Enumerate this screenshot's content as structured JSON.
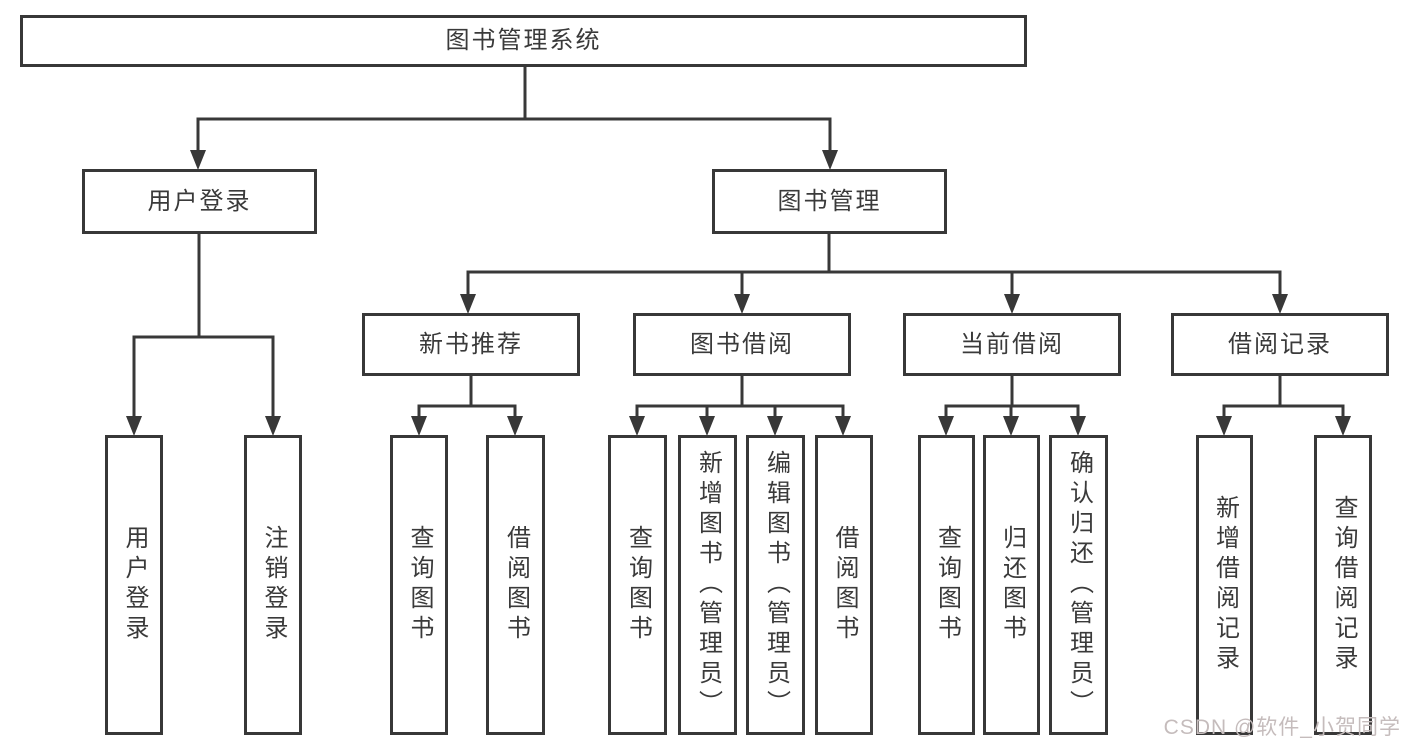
{
  "diagram": {
    "type": "tree-structure-chart",
    "root": {
      "label": "图书管理系统",
      "children": [
        {
          "label": "用户登录",
          "children": [
            {
              "label": "用户登录"
            },
            {
              "label": "注销登录"
            }
          ]
        },
        {
          "label": "图书管理",
          "children": [
            {
              "label": "新书推荐",
              "children": [
                {
                  "label": "查询图书"
                },
                {
                  "label": "借阅图书"
                }
              ]
            },
            {
              "label": "图书借阅",
              "children": [
                {
                  "label": "查询图书"
                },
                {
                  "label": "新增图书（管理员）"
                },
                {
                  "label": "编辑图书（管理员）"
                },
                {
                  "label": "借阅图书"
                }
              ]
            },
            {
              "label": "当前借阅",
              "children": [
                {
                  "label": "查询图书"
                },
                {
                  "label": "归还图书"
                },
                {
                  "label": "确认归还（管理员）"
                }
              ]
            },
            {
              "label": "借阅记录",
              "children": [
                {
                  "label": "新增借阅记录"
                },
                {
                  "label": "查询借阅记录"
                }
              ]
            }
          ]
        }
      ]
    },
    "colors": {
      "line": "#383838",
      "box_border": "#383838",
      "text": "#3a3a3a",
      "background": "#ffffff",
      "watermark": "#c5bcbc"
    }
  },
  "watermark": "CSDN @软件_小贺同学"
}
